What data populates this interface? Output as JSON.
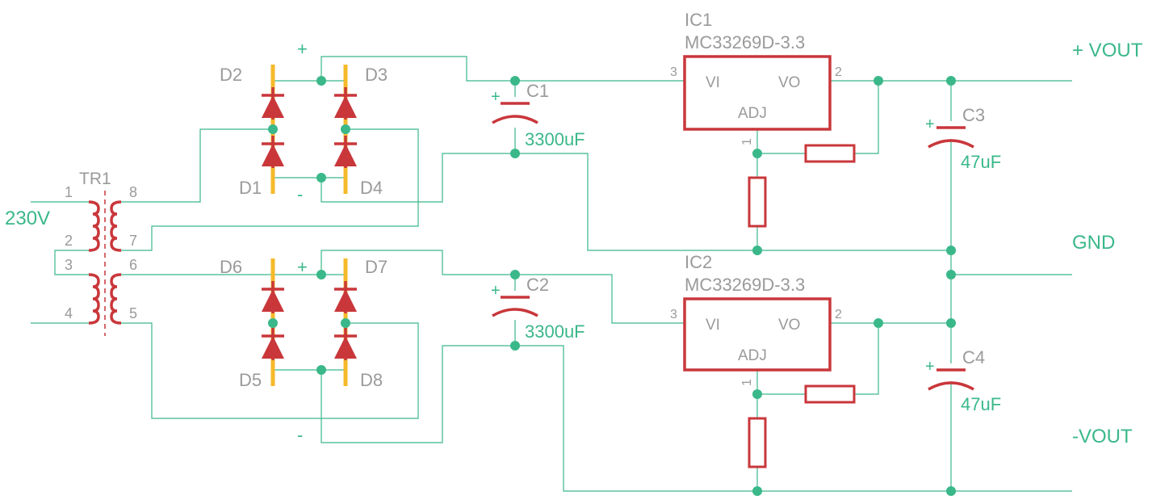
{
  "colors": {
    "wire": "#3ab88a",
    "part": "#c9373b",
    "pin": "#f5b92a",
    "label": "#9a9a9a",
    "value": "#3ab88a"
  },
  "transformer": {
    "name": "TR1",
    "input_label": "230V",
    "pins": [
      "1",
      "2",
      "3",
      "4",
      "5",
      "6",
      "7",
      "8"
    ]
  },
  "diodes": [
    "D1",
    "D2",
    "D3",
    "D4",
    "D5",
    "D6",
    "D7",
    "D8"
  ],
  "polarity": {
    "plus": "+",
    "minus": "-"
  },
  "capacitors": {
    "C1": {
      "name": "C1",
      "value": "3300uF"
    },
    "C2": {
      "name": "C2",
      "value": "3300uF"
    },
    "C3": {
      "name": "C3",
      "value": "47uF"
    },
    "C4": {
      "name": "C4",
      "value": "47uF"
    }
  },
  "regulators": {
    "IC1": {
      "name": "IC1",
      "part": "MC33269D-3.3",
      "vi": "VI",
      "vo": "VO",
      "adj": "ADJ",
      "pin_in": "3",
      "pin_out": "2",
      "pin_adj": "1"
    },
    "IC2": {
      "name": "IC2",
      "part": "MC33269D-3.3",
      "vi": "VI",
      "vo": "VO",
      "adj": "ADJ",
      "pin_in": "3",
      "pin_out": "2",
      "pin_adj": "1"
    }
  },
  "outputs": {
    "pos": "+ VOUT",
    "gnd": "GND",
    "neg": "-VOUT"
  }
}
